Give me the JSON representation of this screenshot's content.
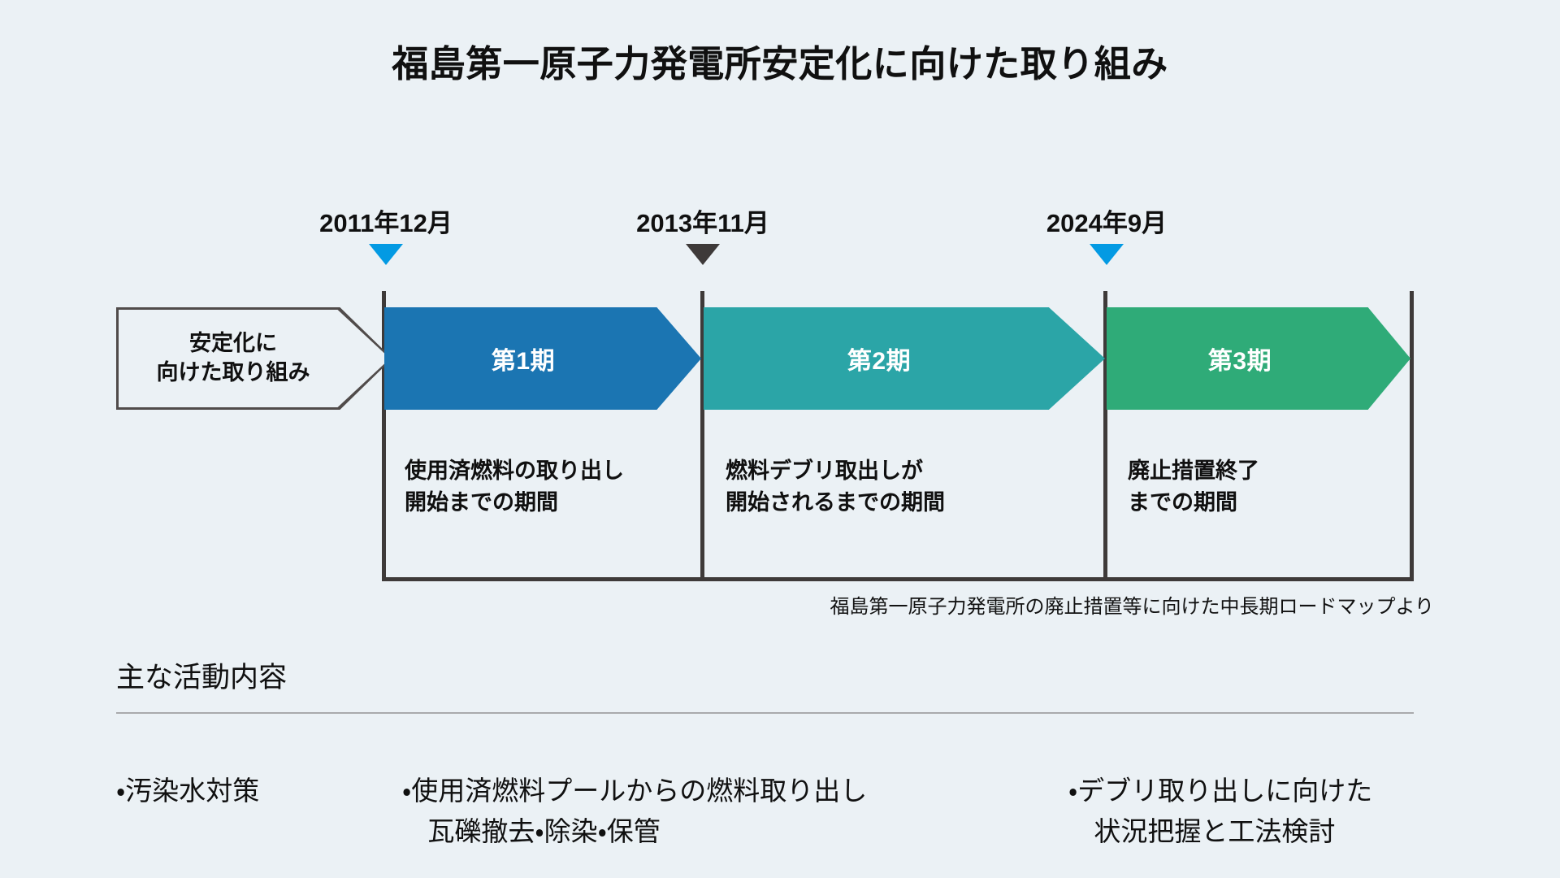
{
  "title": "福島第一原子力発電所安定化に向けた取り組み",
  "colors": {
    "background": "#ebf1f5",
    "frame": "#3e3a39",
    "marker_cyan": "#039ae3",
    "marker_dark": "#3e3a39",
    "phase1": "#1b75b2",
    "phase2": "#2ba5a7",
    "phase3": "#2fab78",
    "rule": "#a9aaac",
    "text": "#101010"
  },
  "timeline": {
    "lead_box": {
      "label": "安定化に\n向けた取り組み"
    },
    "markers": [
      {
        "date": "2011年12月",
        "marker_color": "cyan"
      },
      {
        "date": "2013年11月",
        "marker_color": "dark"
      },
      {
        "date": "2024年9月",
        "marker_color": "cyan"
      }
    ],
    "phases": [
      {
        "label": "第1期",
        "description": "使用済燃料の取り出し\n開始までの期間",
        "color": "#1b75b2"
      },
      {
        "label": "第2期",
        "description": "燃料デブリ取出しが\n開始されるまでの期間",
        "color": "#2ba5a7"
      },
      {
        "label": "第3期",
        "description": "廃止措置終了\nまでの期間",
        "color": "#2fab78"
      }
    ],
    "footnote": "福島第一原子力発電所の廃止措置等に向けた中長期ロードマップより"
  },
  "activities": {
    "heading": "主な活動内容",
    "columns": [
      {
        "first_line": "・汚染水対策",
        "second_line": ""
      },
      {
        "first_line": "・使用済燃料プールからの燃料取り出し",
        "second_line": "瓦礫撤去・除染・保管"
      },
      {
        "first_line": "・デブリ取り出しに向けた",
        "second_line": "状況把握と工法検討"
      }
    ]
  }
}
